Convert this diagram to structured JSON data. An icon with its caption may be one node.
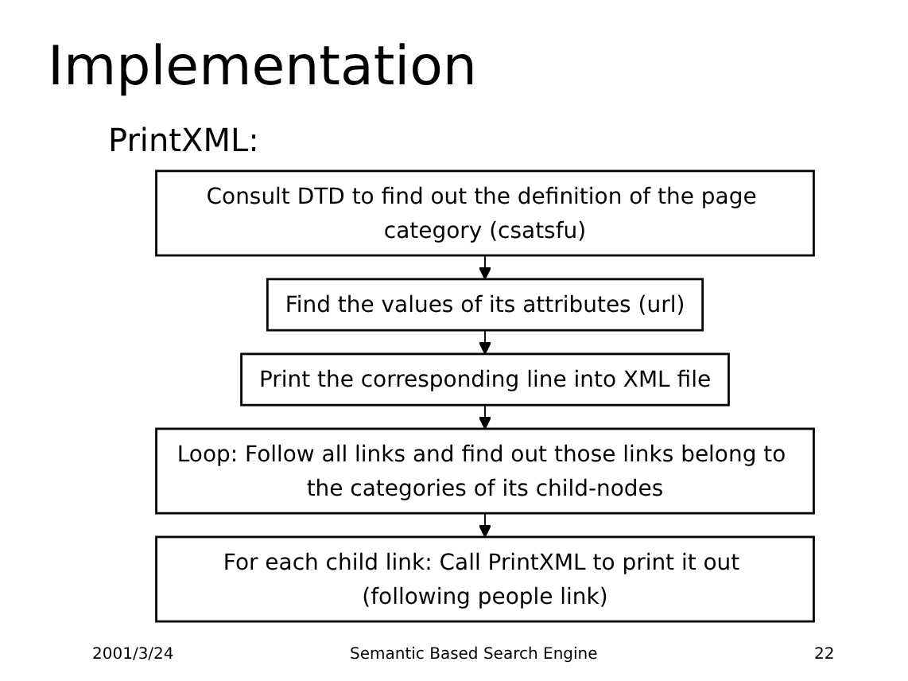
{
  "diagram": {
    "title": "Implementation",
    "nodes": [
      {
        "text": [
          "Consult DTD to find out the definition of the page category (csatsfu)"
        ]
      },
      {
        "text": [
          "Find the values of its attributes (url)"
        ]
      },
      {
        "text": [
          "Print the corresponding line into XML file"
        ]
      },
      {
        "text": [
          "Loop: Follow all links and find out those links belong to the categories of its child-nodes"
        ]
      },
      {
        "text": [
          "For each child link: Call PrintXML to print it out (following people link)"
        ]
      }
    ],
    "edges": [
      {
        "from": 0,
        "to": 1,
        "arrow": "to"
      },
      {
        "from": 1,
        "to": 2,
        "arrow": "to"
      },
      {
        "from": 2,
        "to": 3,
        "arrow": "to"
      },
      {
        "from": 3,
        "to": 4,
        "arrow": "to"
      }
    ],
    "labels": [
      "PrintXML:",
      "2001/3/24",
      "Semantic Based Search Engine",
      "22"
    ]
  }
}
